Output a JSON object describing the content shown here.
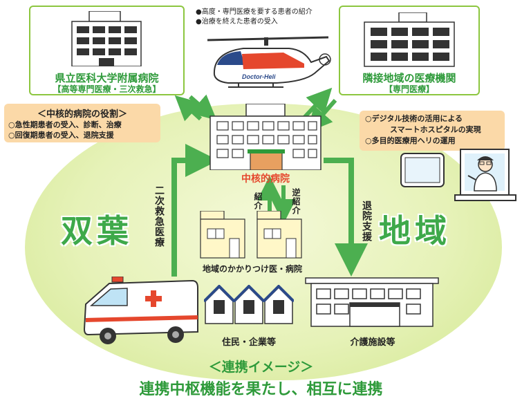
{
  "top_notes": [
    "●高度・専門医療を要する患者の紹介",
    "●治療を終えた患者の受入"
  ],
  "univ_hospital": {
    "name": "県立医科大学附属病院",
    "role": "【高等専門医療・三次救急】"
  },
  "neighbor": {
    "name": "隣接地域の医療機関",
    "role": "【専門医療】"
  },
  "helicopter_text": "Doctor-Heli",
  "core_role": {
    "title": "＜中核的病院の役割＞",
    "items": [
      "○急性期患者の受入、診断、治療",
      "○回復期患者の受入、退院支援"
    ]
  },
  "digital": {
    "items": [
      "○デジタル技術の活用による",
      "スマートホスピタルの実現",
      "○多目的医療用ヘリの運用"
    ]
  },
  "core_hospital_label": "中核的病院",
  "big_left": "双葉",
  "big_right": "地域",
  "vertical": {
    "secondary_emergency": "二次救急医療",
    "referral": "紹介",
    "reverse_referral": "逆紹介",
    "discharge": "退院支援"
  },
  "clinic_label": "地域のかかりつけ医・病院",
  "residents_label": "住民・企業等",
  "care_label": "介護施設等",
  "footer": {
    "line1": "＜連携イメージ＞",
    "line2": "連携中枢機能を果たし、相互に連携"
  },
  "colors": {
    "green": "#2e9a3a",
    "light_green": "#8cc63f",
    "orange": "#fbd9a8",
    "red": "#e5472d"
  }
}
